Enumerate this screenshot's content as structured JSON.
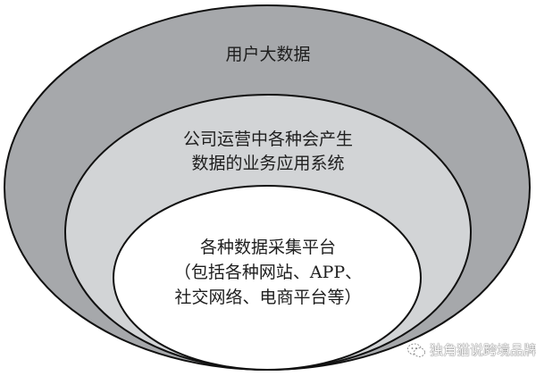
{
  "diagram": {
    "type": "nested-ellipses",
    "layers": [
      {
        "id": "outer",
        "lines": [
          "用户大数据"
        ],
        "fill": "#a6a8ab",
        "stroke": "#111111"
      },
      {
        "id": "middle",
        "lines": [
          "公司运营中各种会产生",
          "数据的业务应用系统"
        ],
        "fill": "#d2d4d6",
        "stroke": "#111111"
      },
      {
        "id": "inner",
        "lines": [
          "各种数据采集平台",
          "（包括各种网站、APP、",
          "社交网络、电商平台等）"
        ],
        "fill": "#ffffff",
        "stroke": "#111111"
      }
    ]
  },
  "watermark": {
    "icon": "wechat-icon",
    "text": "独角猫说跨境品牌"
  }
}
